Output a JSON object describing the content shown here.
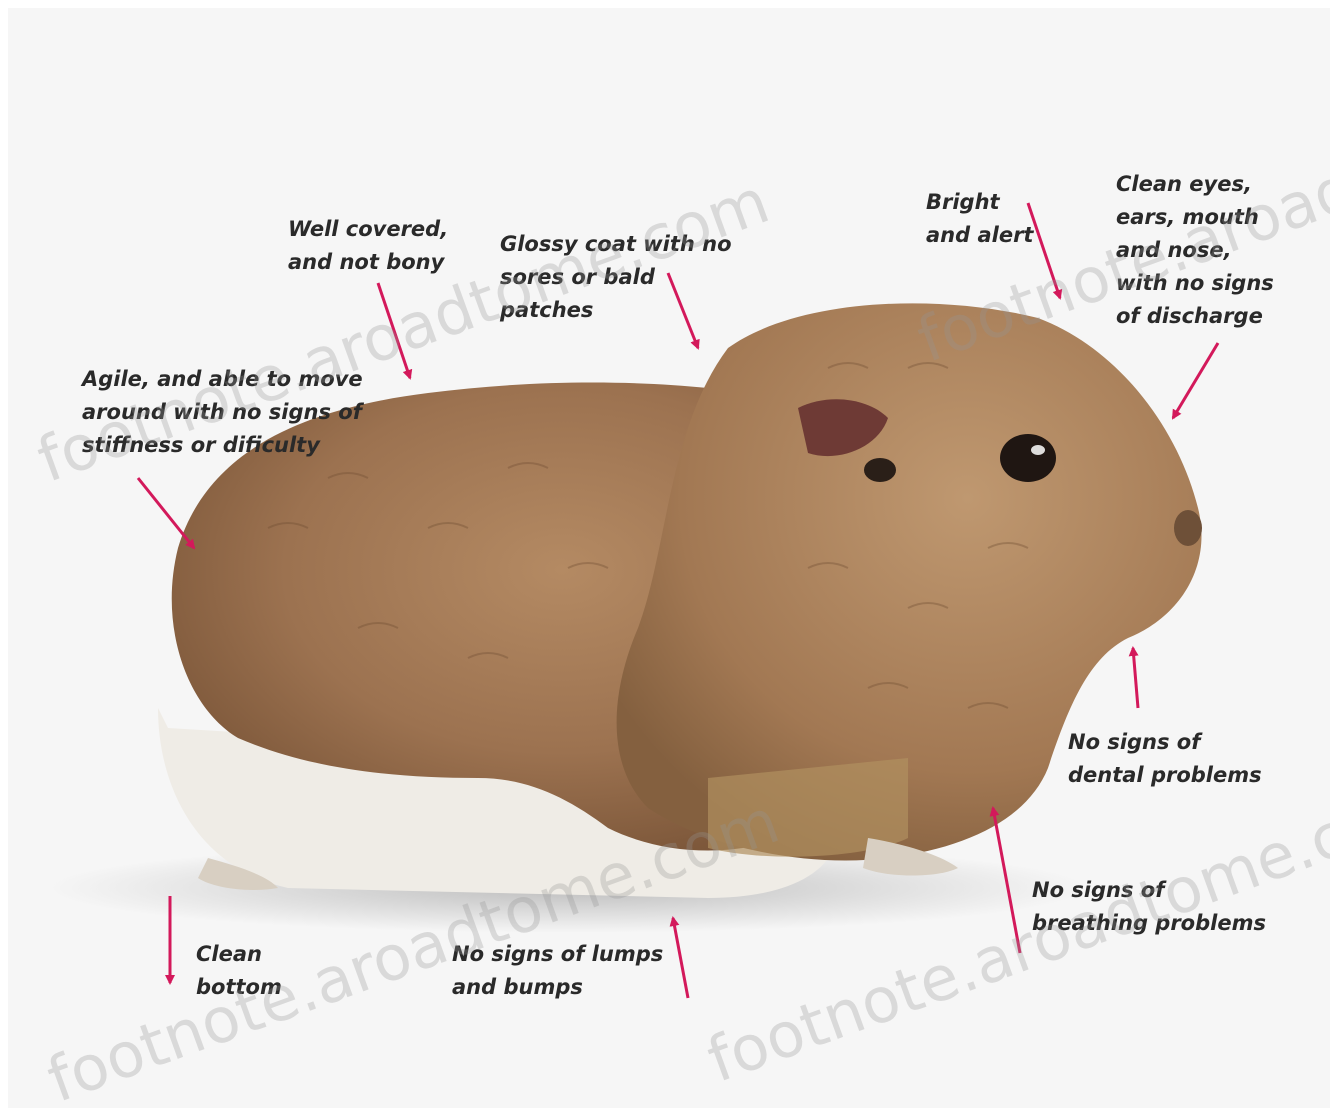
{
  "labels": {
    "well_covered": "Well covered,\nand not bony",
    "glossy_coat": "Glossy coat with no\nsores or bald\npatches",
    "bright_alert": "Bright\nand alert",
    "clean_eyes": "Clean eyes,\nears, mouth\nand nose,\nwith no signs\nof discharge",
    "agile": "Agile, and able to move\naround with no signs of\nstiffness or dificulty",
    "dental": "No signs of\ndental problems",
    "breathing": "No signs of\nbreathing problems",
    "bottom": "Clean\nbottom",
    "lumps": "No signs of lumps\nand bumps"
  },
  "watermark": "footnote.aroadtome.com",
  "colors": {
    "arrow": "#d3195b",
    "fur": "#a07652",
    "fur_dark": "#7e5a3c",
    "white_fur": "#efece6",
    "text": "#2a2a2a"
  },
  "icons": {
    "subject": "guinea-pig-illustration",
    "pointer": "arrow-icon"
  }
}
